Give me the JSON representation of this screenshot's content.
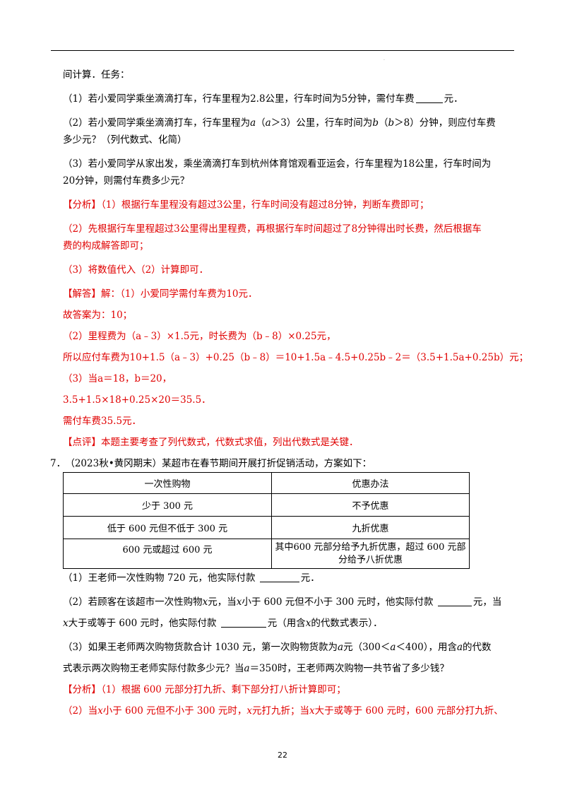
{
  "lines": [
    "间计算．任务：",
    "（1）若小爱同学乘坐滴滴打车，行车里程为2.8公里，行车时间为5分钟，需付车费",
    "（2）若小爱同学乘坐滴滴打车，行车里程为",
    "多少元？（列代数式、化简）",
    "（3）若小爱同学从家出发，乘坐滴滴打车到杭州体育馆观看亚运会，行车里程为18公里，行车时间为",
    "20分钟，则需付车费多少元？"
  ],
  "analysis": [
    "【分析】（1）根据行车里程没有超过3公里，行车时间没有超过8分钟，判断车费即可；",
    "（2）先根据行车里程超过3公里得出里程费，再根据行车时间超过了8分钟得出时长费，然后根据车",
    "费的构成解答即可；",
    "（3）将数值代入（2）计算即可．"
  ],
  "solution": [
    "【解答】解：（1）小爱同学需付车费为10元．",
    "故答案为：10；",
    "（2）里程费为（a﹣3）×1.5元，时长费为（b﹣8）×0.25元，",
    "所以应付车费为10+1.5（a﹣3）+0.25（b﹣8）＝10+1.5a﹣4.5+0.25b﹣2＝（3.5+1.5a+0.25b）元；",
    "（3）当a＝18，b＝20，",
    "3.5+1.5×18+0.25×20＝35.5．",
    "需付车费35.5元．",
    "【点评】本题主要考查了列代数式，代数式求值，列出代数式是关键．"
  ],
  "q7": {
    "number": "7．",
    "intro": "（2023秋•黄冈期末）某超市在春节期间开展打折促销活动，方案如下：",
    "table": {
      "headers": [
        "一次性购物",
        "优惠办法"
      ],
      "rows": [
        [
          "少于 300 元",
          "不予优惠"
        ],
        [
          "低于 600 元但不低于 300 元",
          "九折优惠"
        ],
        [
          "600 元或超过 600 元",
          "其中600 元部分给予九折优惠，超过 600 元部",
          "分给予八折优惠"
        ]
      ]
    },
    "sub1": "（1）王老师一次性购物 720 元，他实际付款",
    "sub1_tail": "元．",
    "sub2a": "（2）若顾客在该超市一次性购物",
    "sub2b": "元，当",
    "sub2c": "小于 600 元但不小于 300 元时，他实际付款",
    "sub2d": "元，当",
    "sub2e": "大于或等于 600 元时，他实际付款",
    "sub2f": "元（用含",
    "sub2g": "的代数式表示）．",
    "sub3a": "（3）如果王老师两次购物货款合计 1030 元，第一次购物货款为",
    "sub3b": "元（300＜",
    "sub3c": "＜400），用含",
    "sub3d": "的代数",
    "sub3e": "式表示两次购物王老师实际付款多少元？当",
    "sub3f": "＝350时，王老师两次购物一共节省了多少钱？",
    "ana1": "【分析】（1）根据 600 元部分打九折、剩下部分打八折计算即可；",
    "ana2a": "（2）当",
    "ana2b": "小于 600 元但不小于 300 元时，",
    "ana2c": "元打九折；当",
    "ana2d": "大于或等于 600 元时，600 元部分打九折、"
  },
  "vars": {
    "a": "a",
    "b": "b",
    "x": "x"
  },
  "frag": {
    "l3a": "（",
    "l3b": "＞3）公里，行车时间为",
    "l3c": "（",
    "l3d": "＞8）分钟，则应付车费",
    "l2tail": "元．"
  },
  "page_number": "22",
  "colors": {
    "answer": "#e00000",
    "text": "#000000"
  }
}
